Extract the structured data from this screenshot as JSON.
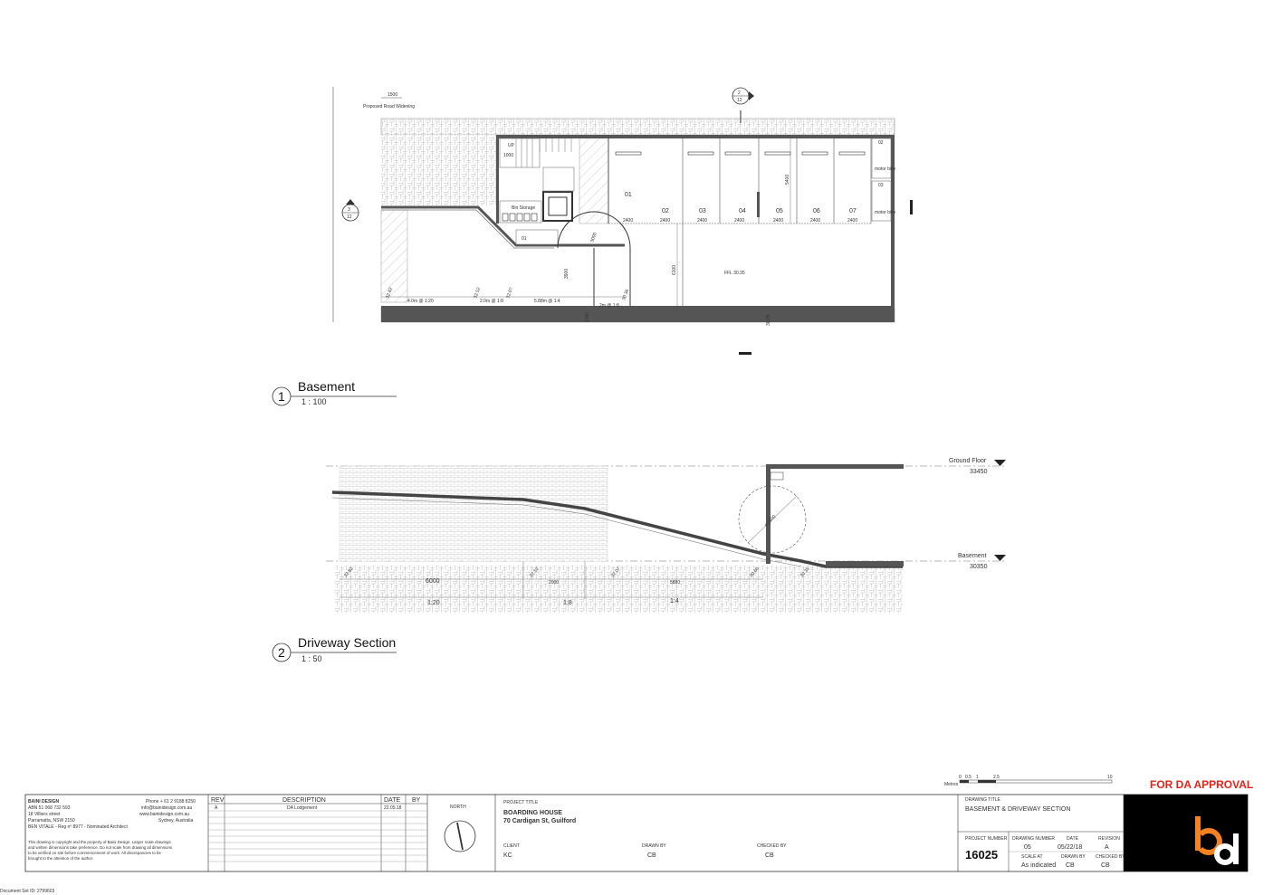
{
  "plan": {
    "road_widening_dim": "1500",
    "road_widening_label": "Proposed Road Widening",
    "section_marker_top": {
      "num": "2",
      "sheet": "12"
    },
    "section_marker_left": {
      "num": "3",
      "sheet": "12"
    },
    "stair_label": "UP",
    "stair_dim": "1000",
    "bin_storage": "Bin Storage",
    "lift_label": "01",
    "spaces": [
      {
        "num": "01",
        "width": "2400"
      },
      {
        "num": "02",
        "width": "2400"
      },
      {
        "num": "03",
        "width": "2400"
      },
      {
        "num": "04",
        "width": "2400"
      },
      {
        "num": "05",
        "width": "2400"
      },
      {
        "num": "06",
        "width": "2400"
      },
      {
        "num": "07",
        "width": "2400"
      }
    ],
    "motor_bike_1": "motor bike",
    "motor_bike_2": "motor bike",
    "mb_num_1": "02",
    "mb_num_2": "03",
    "dim_5400": "5400",
    "dim_6100": "6100",
    "dim_3000": "3000",
    "dim_3900": "3900",
    "dim_1000": "1000",
    "ffl": "FFL 30.35",
    "ramp_1": "4.0m @ 1:20",
    "ramp_2": "2.0m @ 1:8",
    "ramp_3": "5.88m @ 1:4",
    "ramp_4": "2m @ 1:8",
    "lvl_a": "32.82",
    "lvl_b": "32.52",
    "lvl_c": "32.07",
    "lvl_d": "30.36",
    "lvl_e": "30.35"
  },
  "views": [
    {
      "number": "1",
      "title": "Basement",
      "scale": "1 : 100"
    },
    {
      "number": "2",
      "title": "Driveway Section",
      "scale": "1 : 50"
    }
  ],
  "section": {
    "ground_floor_label": "Ground Floor",
    "ground_floor_level": "33450",
    "basement_label": "Basement",
    "basement_level": "30350",
    "dims": [
      "6000",
      "2000",
      "5880"
    ],
    "grades": [
      "1:20",
      "1:8",
      "1:4"
    ],
    "levels": [
      "32.82",
      "32.52",
      "32.07",
      "30.66",
      "30.35"
    ],
    "clearance": "ø 2200"
  },
  "title_block": {
    "approval": "FOR DA APPROVAL",
    "firm_name": "BAINI DESIGN",
    "firm_lines": [
      "ABN 51 068 732 593",
      "18 Villiers street",
      "Parramatta, NSW 2150",
      "BEN VITALE - Reg nº 8977 - Nominated Architect"
    ],
    "contact_lines": [
      "Phone + 61 2 9188 8250",
      "info@bainidesign.com.au",
      "www.bainidesign.com.au",
      "Sydney, Australia"
    ],
    "copyright_lines": [
      "This drawing is copyright and the property of Baini Design. Larger scale drawings",
      "and written dimensions take preference. Do not scale from drawing all dimensions",
      "to be verified on site before commencement of work. All discrepancies to be",
      "brought to the attention of the author."
    ],
    "rev_header": "REV",
    "desc_header": "DESCRIPTION",
    "date_header": "DATE",
    "by_header": "BY",
    "rev_row": {
      "rev": "A",
      "desc": "DA Lodgement",
      "date": "22.05.18",
      "by": ""
    },
    "north": "NORTH",
    "project_title_label": "PROJECT TITLE",
    "project_title": "BOARDING HOUSE",
    "project_address": "70 Cardigan St, Guilford",
    "client_label": "CLIENT",
    "client": "KC",
    "drawn_label": "DRAWN BY",
    "drawn": "CB",
    "checked_label": "CHECKED BY",
    "checked": "CB",
    "drawing_title_label": "DRAWING TITLE",
    "drawing_title": "BASEMENT & DRIVEWAY SECTION",
    "project_number_label": "PROJECT NUMBER",
    "project_number": "16025",
    "drawing_number_label": "DRAWING NUMBER",
    "drawing_number": "05",
    "date_label": "DATE",
    "date": "05/22/18",
    "revision_label": "REVISION",
    "revision": "A",
    "scale_label": "SCALE AT",
    "scale": "As indicated",
    "drawn_label2": "DRAWN BY",
    "drawn2": "CB",
    "checked_label2": "CHECKED BY",
    "checked2": "CB",
    "scalebar_unit": "Metres",
    "scalebar_ticks": [
      "0",
      "0.5",
      "1",
      "2.5",
      "10"
    ],
    "doc_set_id": "Document Set ID: 2799603"
  },
  "colors": {
    "accent": "#e2231a",
    "logo_orange": "#f58220",
    "logo_bg": "#000000",
    "line": "#333333"
  }
}
